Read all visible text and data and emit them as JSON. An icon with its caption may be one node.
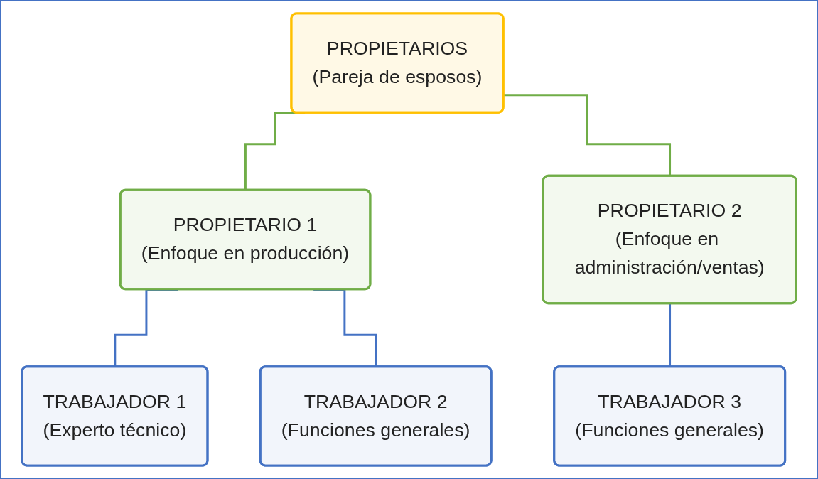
{
  "diagram": {
    "nodes": [
      {
        "text": [
          "PROPIETARIOS",
          "(Pareja de esposos)"
        ]
      },
      {
        "text": [
          "PROPIETARIO 1",
          "(Enfoque en producción)"
        ]
      },
      {
        "text": [
          "PROPIETARIO 2",
          "(Enfoque en administración/ventas)"
        ]
      },
      {
        "text": [
          "TRABAJADOR 1",
          "(Experto técnico)"
        ]
      },
      {
        "text": [
          "TRABAJADOR 2",
          "(Funciones generales)"
        ]
      },
      {
        "text": [
          "TRABAJADOR 3",
          "(Funciones generales)"
        ]
      }
    ],
    "edges": [
      {
        "from": 0,
        "to": 1,
        "arrow": "none",
        "color": "#70ad47"
      },
      {
        "from": 0,
        "to": 2,
        "arrow": "none",
        "color": "#70ad47"
      },
      {
        "from": 1,
        "to": 3,
        "arrow": "none"
      },
      {
        "from": 1,
        "to": 4,
        "arrow": "none"
      },
      {
        "from": 2,
        "to": 5,
        "arrow": "none"
      }
    ]
  }
}
